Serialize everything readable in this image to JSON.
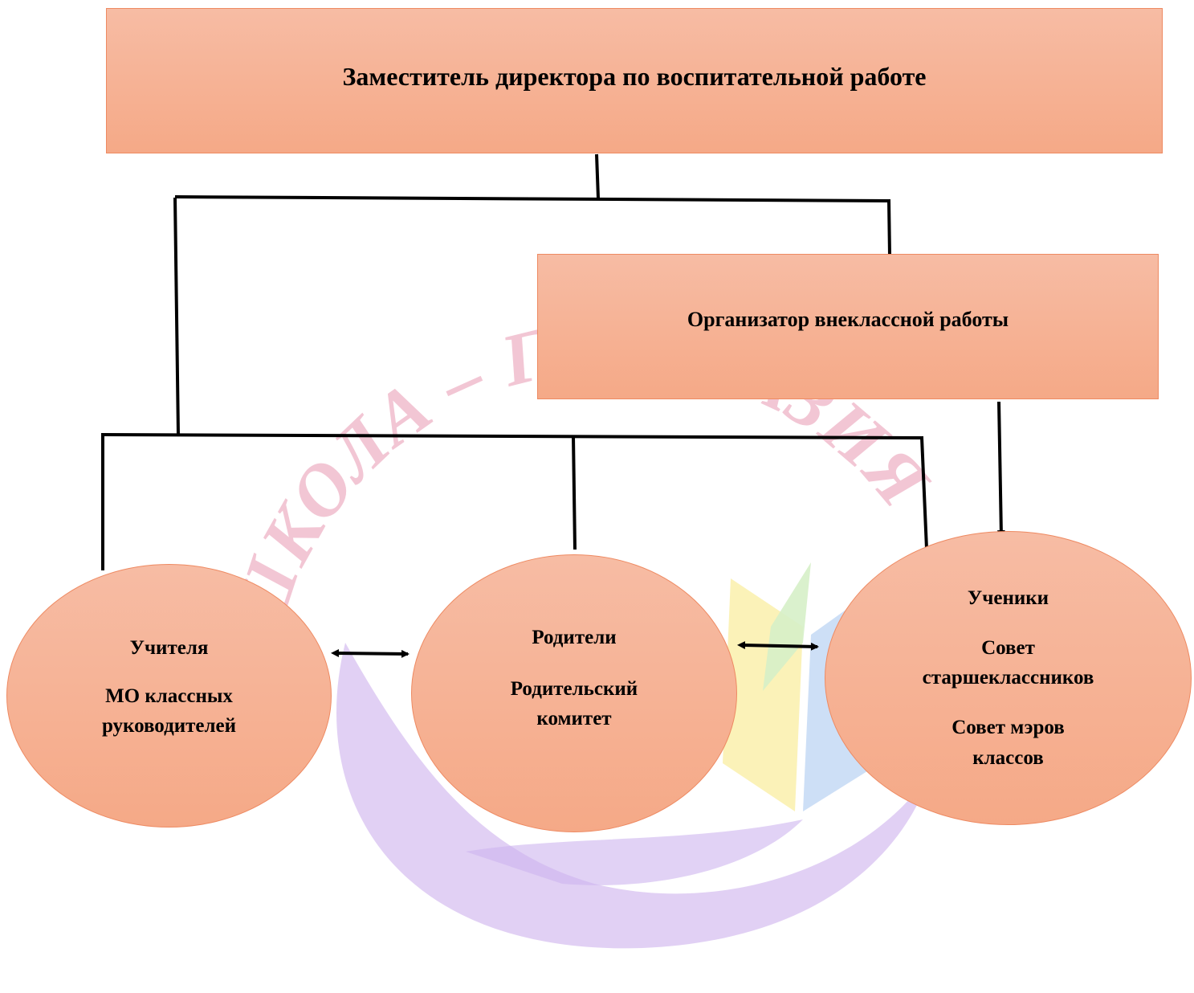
{
  "watermark": {
    "text": "ШКОЛА – ГИМНАЗИЯ",
    "colors": {
      "text": "#f2c6d4",
      "arc": "#dcc8f2",
      "book_gray": "#cfcfcf",
      "book_yellow": "#fbf1b0",
      "book_green": "#d6f0c8",
      "book_blue": "#c8dcf5"
    }
  },
  "nodes": {
    "deputy_director": {
      "label": "Заместитель директора по воспитательной работе"
    },
    "organizer": {
      "label": "Организатор внеклассной работы"
    },
    "teachers": {
      "line1": "Учителя",
      "line2": "МО классных",
      "line3": "руководителей"
    },
    "parents": {
      "line1": "Родители",
      "line2": "Родительский",
      "line3": "комитет"
    },
    "students": {
      "line1": "Ученики",
      "line2": "Совет",
      "line3": "старшеклассников",
      "line4": "Совет  мэров",
      "line5": "классов"
    }
  },
  "colors": {
    "fill_top": "#f7bca4",
    "fill_bottom": "#f5a987",
    "border": "#ee8a62",
    "line": "#000000"
  }
}
